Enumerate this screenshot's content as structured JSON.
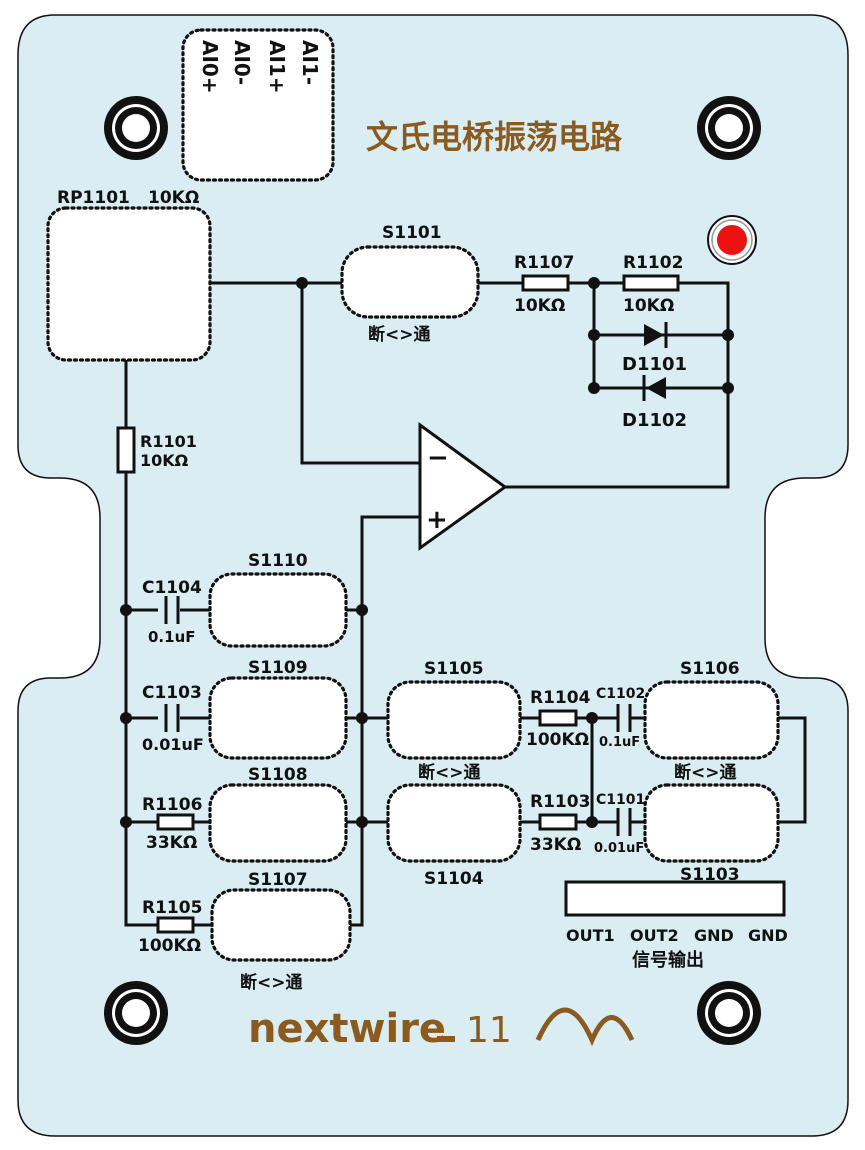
{
  "title": "文氏电桥振荡电路",
  "brand": {
    "name": "nextwire",
    "model": "11"
  },
  "terminal_labels": [
    "AI1-",
    "AI1+",
    "AI0-",
    "AI0+"
  ],
  "potentiometer": {
    "ref": "RP1101",
    "value": "10KΩ"
  },
  "switches": {
    "s1101": {
      "ref": "S1101",
      "note": "断<>通"
    },
    "s1110": {
      "ref": "S1110"
    },
    "s1109": {
      "ref": "S1109"
    },
    "s1108": {
      "ref": "S1108"
    },
    "s1107": {
      "ref": "S1107",
      "note": "断<>通"
    },
    "s1105": {
      "ref": "S1105",
      "note": "断<>通"
    },
    "s1104": {
      "ref": "S1104"
    },
    "s1106": {
      "ref": "S1106",
      "note": "断<>通"
    },
    "s1103": {
      "ref": "S1103"
    }
  },
  "resistors": {
    "r1107": {
      "ref": "R1107",
      "value": "10KΩ"
    },
    "r1102": {
      "ref": "R1102",
      "value": "10KΩ"
    },
    "r1101": {
      "ref": "R1101",
      "value": "10KΩ"
    },
    "r1106": {
      "ref": "R1106",
      "value": "33KΩ"
    },
    "r1105": {
      "ref": "R1105",
      "value": "100KΩ"
    },
    "r1104": {
      "ref": "R1104",
      "value": "100KΩ"
    },
    "r1103": {
      "ref": "R1103",
      "value": "33KΩ"
    }
  },
  "capacitors": {
    "c1104": {
      "ref": "C1104",
      "value": "0.1uF"
    },
    "c1103": {
      "ref": "C1103",
      "value": "0.01uF"
    },
    "c1102": {
      "ref": "C1102",
      "value": "0.1uF"
    },
    "c1101": {
      "ref": "C1101",
      "value": "0.01uF"
    }
  },
  "diodes": {
    "d1101": "D1101",
    "d1102": "D1102"
  },
  "opamp": {
    "minus": "−",
    "plus": "+"
  },
  "output_header": {
    "pins": [
      "OUT1",
      "OUT2",
      "GND",
      "GND"
    ],
    "caption": "信号输出"
  },
  "colors": {
    "board": "#d9edf2",
    "accent": "#8a5a1f",
    "led": "#ee1111"
  }
}
